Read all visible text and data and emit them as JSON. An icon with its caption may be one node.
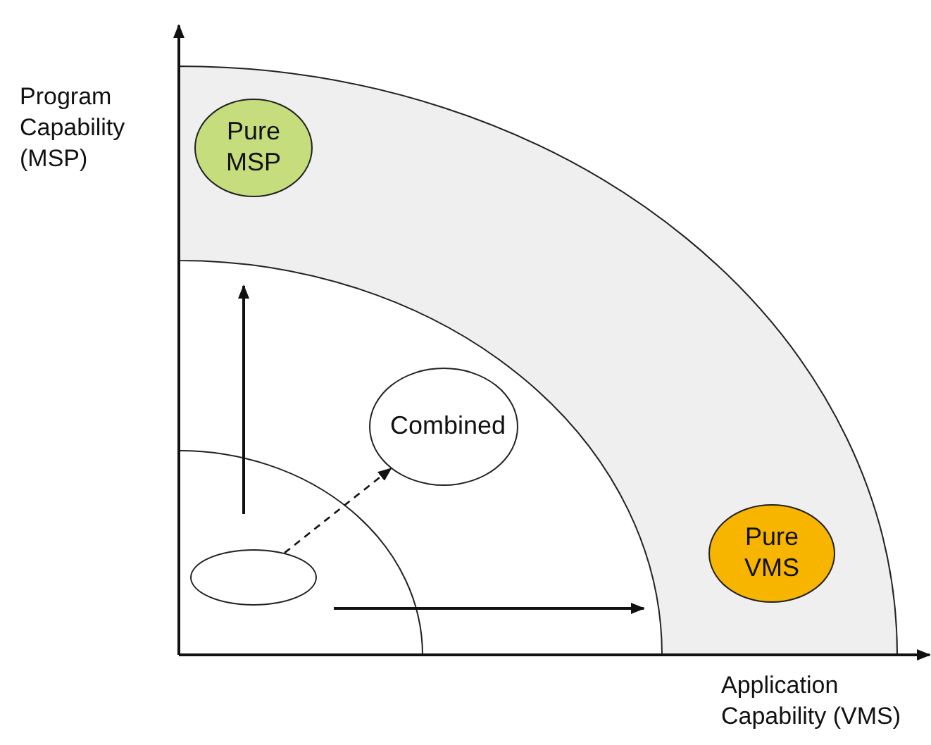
{
  "diagram": {
    "nodes": [
      {
        "text": [
          "Pure MSP"
        ]
      },
      {
        "text": [
          "Pure VMS"
        ]
      },
      {
        "text": [
          "Combined"
        ]
      },
      {
        "text": [],
        "shape": "ellipse"
      }
    ],
    "edges": [
      {
        "from": 3,
        "to": 2,
        "arrow": "to",
        "style": "dashed"
      }
    ],
    "labels": [
      "Program Capability (MSP)",
      "Application Capability (VMS)"
    ]
  }
}
